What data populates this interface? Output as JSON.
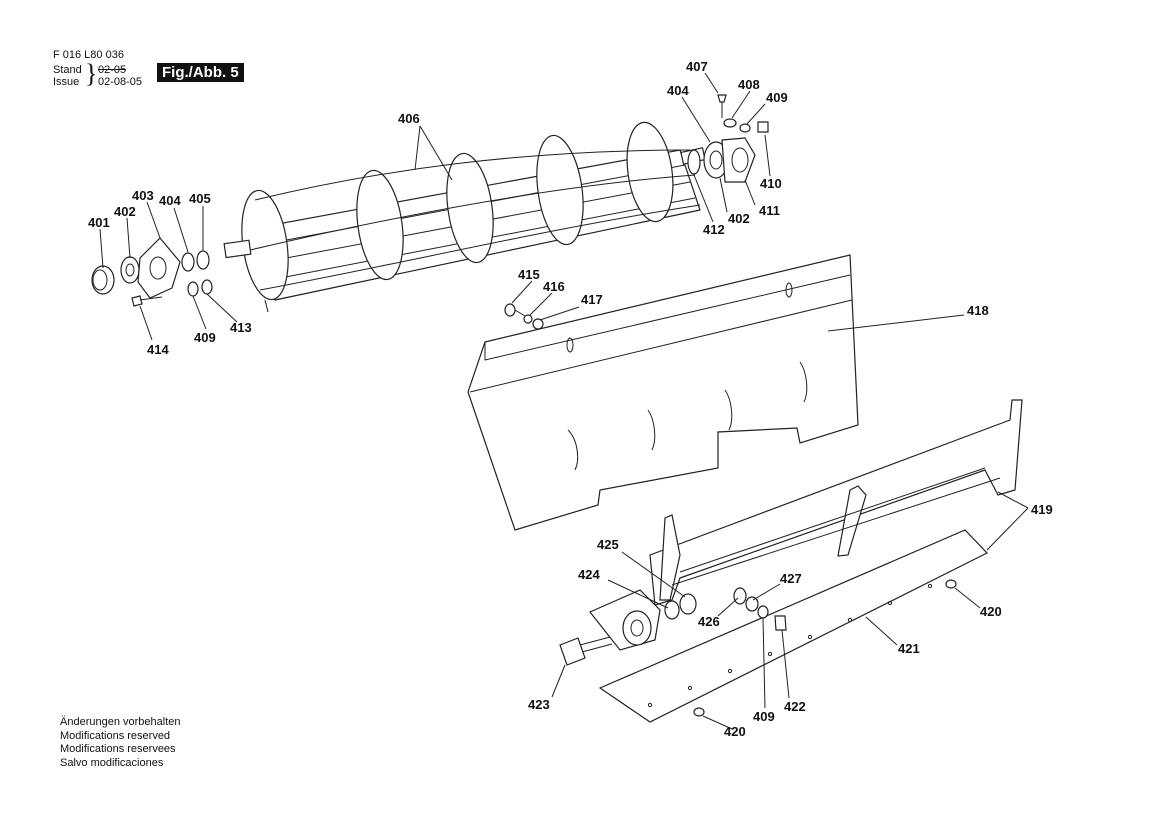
{
  "header": {
    "doc_number": "F 016 L80 036",
    "stand_label": "Stand",
    "issue_label": "Issue",
    "brace": "}",
    "stand_old": "02-05",
    "issue_date": "02-08-05",
    "figure_label": "Fig./Abb. 5"
  },
  "notes": [
    "Änderungen vorbehalten",
    "Modifications reserved",
    "Modifications reservees",
    "Salvo modificaciones"
  ],
  "part_labels": {
    "p401": "401",
    "p402a": "402",
    "p403": "403",
    "p404a": "404",
    "p405": "405",
    "p406": "406",
    "p407": "407",
    "p408": "408",
    "p409a": "409",
    "p404b": "404",
    "p410": "410",
    "p411": "411",
    "p402b": "402",
    "p412": "412",
    "p413": "413",
    "p409b": "409",
    "p414": "414",
    "p415": "415",
    "p416": "416",
    "p417": "417",
    "p418": "418",
    "p419": "419",
    "p420a": "420",
    "p420b": "420",
    "p421": "421",
    "p422": "422",
    "p409c": "409",
    "p423": "423",
    "p424": "424",
    "p425": "425",
    "p426": "426",
    "p427": "427"
  }
}
